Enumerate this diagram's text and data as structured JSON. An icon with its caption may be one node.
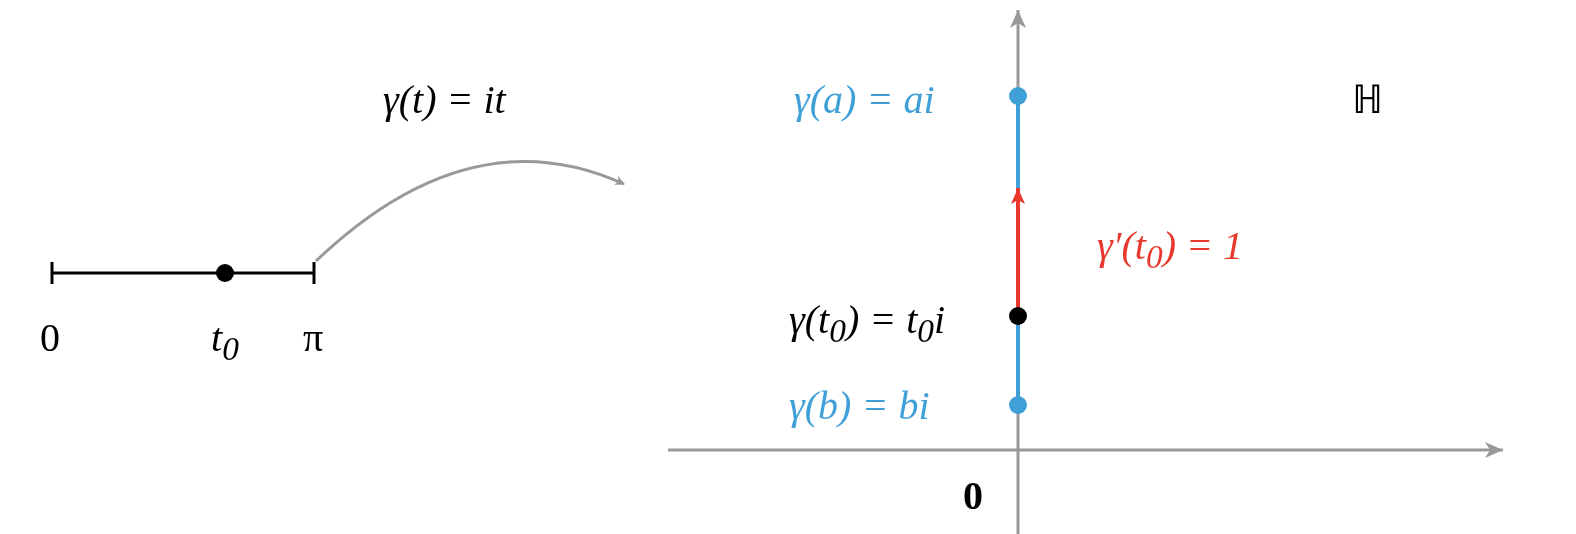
{
  "diagram": {
    "nodes": [
      {
        "text": [],
        "shape": "bar"
      },
      {
        "text": [
          "ℍ"
        ]
      }
    ],
    "edges": [
      {
        "from": 0,
        "to": 1,
        "label": "γ(t) = it",
        "arrow": "to"
      }
    ],
    "labels": [
      "0",
      "t$_{0}$",
      "π",
      "γ(a) = ai",
      "γ′(t$_{0}$) = 1",
      "γ(t$_{0}$) = t$_{0}$i",
      "γ(b) = bi",
      "0"
    ]
  }
}
